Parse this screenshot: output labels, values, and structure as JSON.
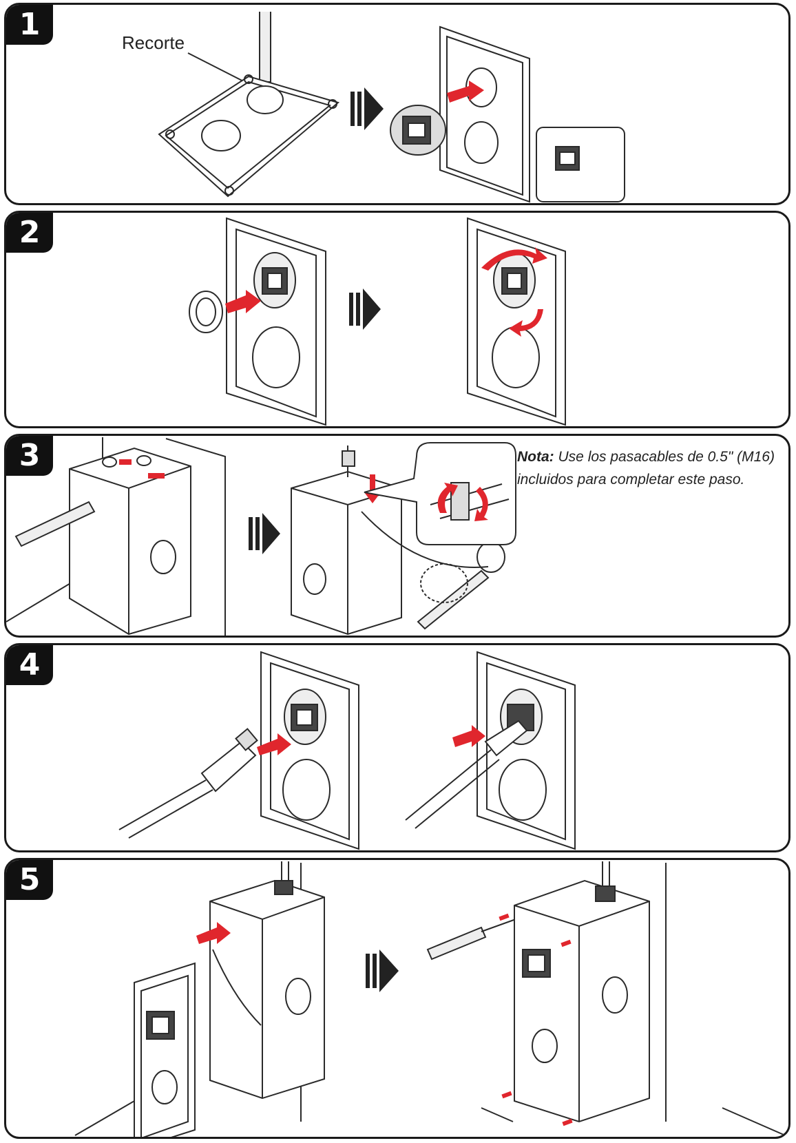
{
  "steps": [
    {
      "number": "1",
      "label": "Recorte"
    },
    {
      "number": "2"
    },
    {
      "number": "3",
      "note_title": "Nota:",
      "note_text": "Use los pasacables de 0.5\" (M16) incluidos para completar este paso."
    },
    {
      "number": "4"
    },
    {
      "number": "5"
    }
  ],
  "colors": {
    "accent": "#e0262d",
    "outline": "#2a2a2a",
    "badge": "#111111"
  }
}
